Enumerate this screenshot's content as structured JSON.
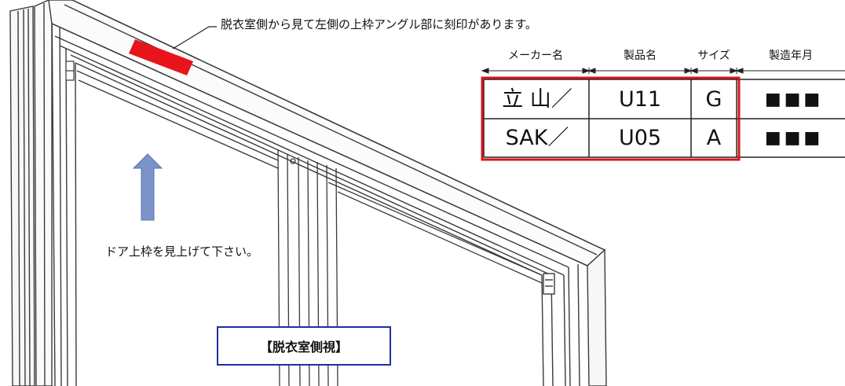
{
  "annotations": {
    "stamp_location": "脱衣室側から見て左側の上枠アングル部に刻印があります。",
    "look_up_instruction": "ドア上枠を見上げて下さい。",
    "view_label": "【脱衣室側視】"
  },
  "table": {
    "headers": {
      "maker": "メーカー名",
      "product": "製品名",
      "size": "サイズ",
      "manufacture_date": "製造年月"
    },
    "rows": [
      {
        "maker": "立 山／",
        "product": "U11",
        "size": "G",
        "manufacture_date": "■■■"
      },
      {
        "maker": "SAK／",
        "product": "U05",
        "size": "A",
        "manufacture_date": "■■■"
      }
    ]
  },
  "colors": {
    "highlight_red": "#e8141c",
    "arrow_blue": "#7b93c9",
    "caption_border": "#1a2fa8",
    "frame_line": "#3a3a3a"
  },
  "icons": {
    "arrow": "up-arrow-icon"
  }
}
